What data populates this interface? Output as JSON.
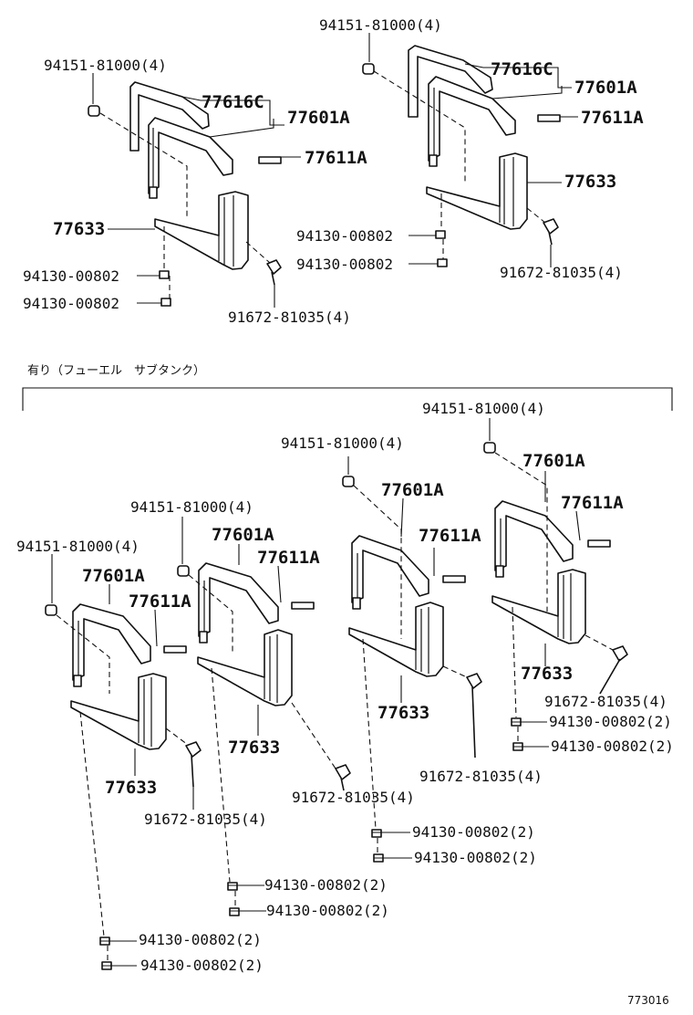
{
  "labels": {
    "p94151": "94151-81000(4)",
    "p77616c": "77616C",
    "p77601a": "77601A",
    "p77611a": "77611A",
    "p77633": "77633",
    "p94130": "94130-00802",
    "p94130x2": "94130-00802(2)",
    "p91672": "91672-81035(4)"
  },
  "section_note": "有り（フューエル　サブタンク）",
  "figure_ref": "773016"
}
